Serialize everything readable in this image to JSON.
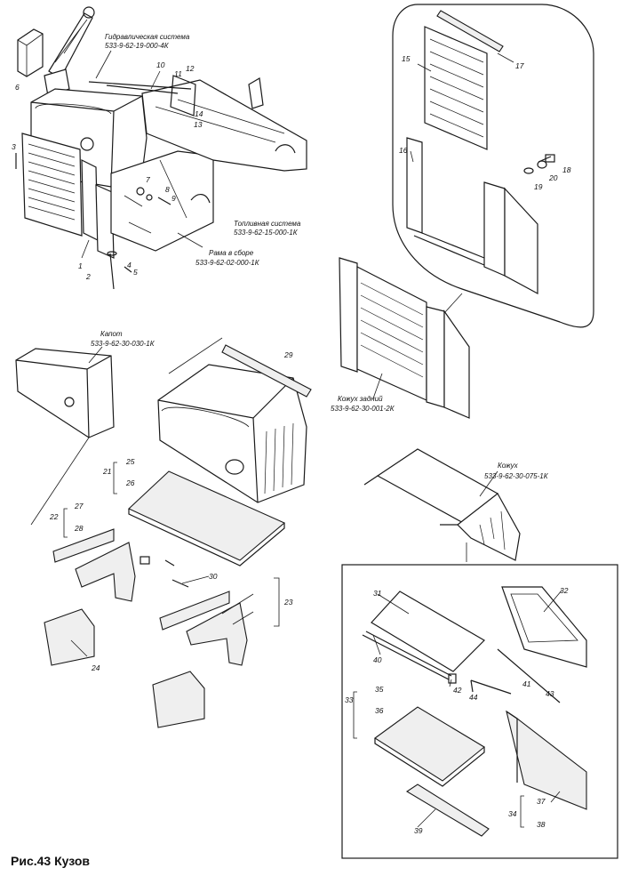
{
  "caption": "Рис.43  Кузов",
  "callouts": {
    "hydraulic_title": "Гидравлическая система",
    "hydraulic_code": "533-9-62-19-000-4К",
    "fuel_title": "Топливная система",
    "fuel_code": "533-9-62-15-000-1К",
    "frame_title": "Рама в сборе",
    "frame_code": "533-9-62-02-000-1К",
    "hood_title": "Капот",
    "hood_code": "533-9-62-30-030-1К",
    "rear_cover_title": "Кожух задний",
    "rear_cover_code": "533-9-62-30-001-2К",
    "cover_title": "Кожух",
    "cover_code": "533-9-62-30-075-1К"
  },
  "part_numbers": [
    "1",
    "2",
    "3",
    "4",
    "5",
    "6",
    "7",
    "8",
    "9",
    "10",
    "11",
    "12",
    "13",
    "14",
    "15",
    "16",
    "17",
    "18",
    "19",
    "20",
    "21",
    "22",
    "23",
    "24",
    "25",
    "26",
    "27",
    "28",
    "29",
    "30",
    "31",
    "32",
    "33",
    "34",
    "35",
    "36",
    "37",
    "38",
    "39",
    "40",
    "41",
    "42",
    "43",
    "44"
  ]
}
